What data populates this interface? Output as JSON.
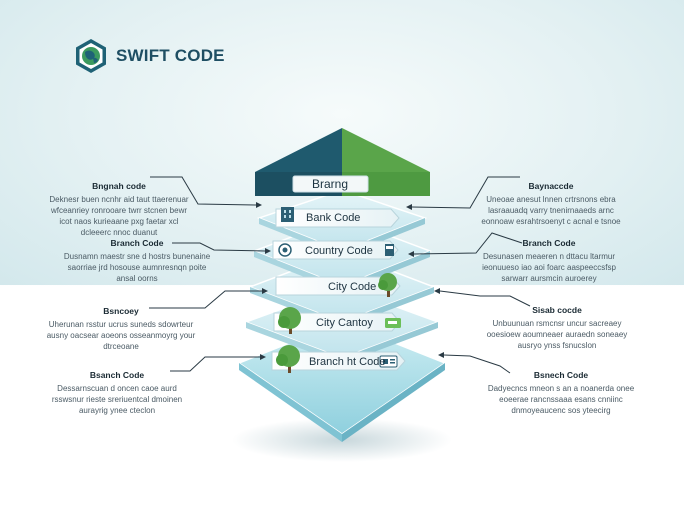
{
  "brand": {
    "title": "SWIFT CODE"
  },
  "diagram": {
    "roof_label": "Brarng",
    "layers": [
      {
        "label": "Bank Code"
      },
      {
        "label": "Country Code"
      },
      {
        "label": "City Code"
      },
      {
        "label": "City Cantoy"
      },
      {
        "label": "Branch ht Code"
      }
    ],
    "callouts_left": [
      {
        "title": "Bngnah code",
        "text": "Deknesr buen ncnhr aid taut ttaerenuar wfceanriey ronrooare twrr stcnen bewr icot naos kurieaane pxg faetar xcl dcleeerc nnoc duanut"
      },
      {
        "title": "Branch Code",
        "text": "Dusnamn maestr sne d hostrs bunenaine saorriae jrd hosouse aumnresnqn poite ansal oorns"
      },
      {
        "title": "Bsncoey",
        "text": "Uherunan rsstur ucrus suneds sdowrteur ausny oacsear aoeons osseanmoyrg your dtrceoane"
      },
      {
        "title": "Bsanch Code",
        "text": "Dessarnscuan d oncen caoe aurd rsswsnur rieste sreriuentcal dmoinen aurayrig ynee cteclon"
      }
    ],
    "callouts_right": [
      {
        "title": "Baynaccde",
        "text": "Uneoae anesut lnnen crtrsnons ebra lasraauadq varry tnenirnaaeds arnc eonnoaw esrahtrsoenyt c acnal e tsnoe"
      },
      {
        "title": "Branch Code",
        "text": "Desunasen meaeren n dttacu ltarmur ieonuueso iao aoi foarc aaspeeccsfsp sarwarr aursmcin auroerey"
      },
      {
        "title": "Sisab cocde",
        "text": "Unbuunuan rsmcnsr uncur sacreaey ooesioew aoumneaer auraedn soneaey ausryo ynss fsnucslon"
      },
      {
        "title": "Bsnech Code",
        "text": "Dadyecncs mneon s an a noanerda onee eoeerae rancnssaaa esans cnniinc dnmoyeaucenc sos yteecirg"
      }
    ]
  },
  "colors": {
    "navy": "#1f5a6e",
    "green": "#5aa54a",
    "teal": "#9fd7e3"
  }
}
